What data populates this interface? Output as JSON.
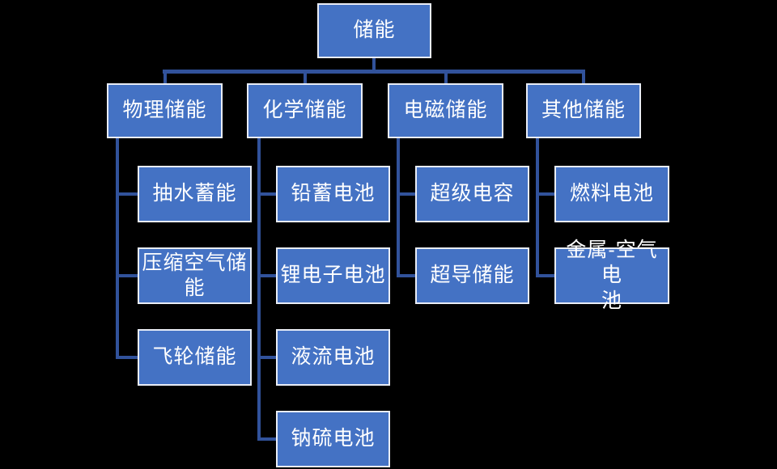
{
  "colors": {
    "background": "#000000",
    "node_fill": "#4472C4",
    "node_border": "#E9EDF6",
    "node_text": "#FFFFFF",
    "connector": "#31529B"
  },
  "tree": {
    "root": {
      "label": "储能"
    },
    "branches": [
      {
        "label": "物理储能",
        "children": [
          "抽水蓄能",
          "压缩空气储\n能",
          "飞轮储能"
        ]
      },
      {
        "label": "化学储能",
        "children": [
          "铅蓄电池",
          "锂电子电池",
          "液流电池",
          "钠硫电池"
        ]
      },
      {
        "label": "电磁储能",
        "children": [
          "超级电容",
          "超导储能"
        ]
      },
      {
        "label": "其他储能",
        "children": [
          "燃料电池",
          "金属-空气电\n池"
        ]
      }
    ]
  }
}
